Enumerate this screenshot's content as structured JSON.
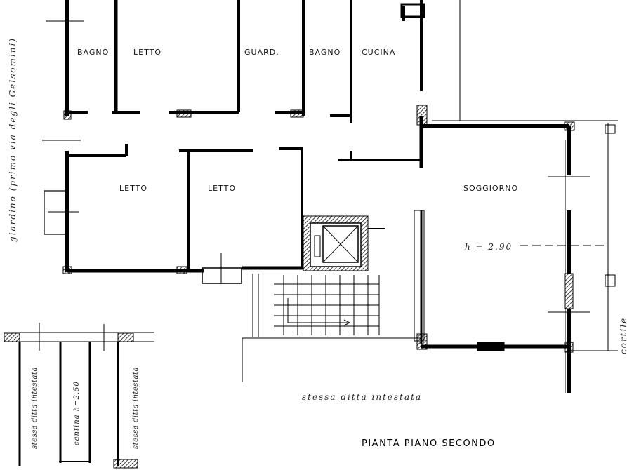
{
  "rooms": {
    "bagno1": "BAGNO",
    "letto1": "LETTO",
    "guard": "GUARD.",
    "bagno2": "BAGNO",
    "cucina": "CUCINA",
    "letto2": "LETTO",
    "letto3": "LETTO",
    "soggiorno": "SOGGIORNO",
    "height": "h = 2.90"
  },
  "notes": {
    "giardino": "giardino (primo via degli Gelsomini)",
    "stessa_ditta_bottom": "stessa ditta intestata",
    "cortile": "cortile",
    "stessa_ditta_left": "stessa ditta intestata",
    "cantina": "cantina h=2.50",
    "stessa_ditta_right": "stessa ditta intestata"
  },
  "title": "PIANTA PIANO SECONDO"
}
